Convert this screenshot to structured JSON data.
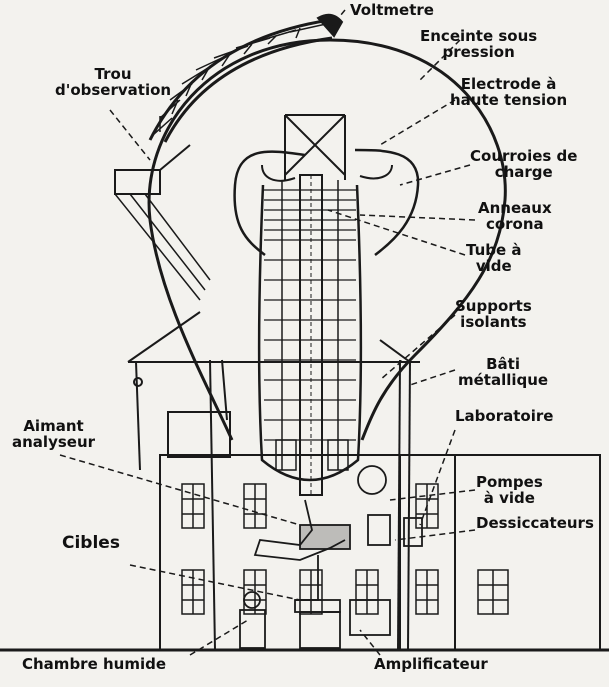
{
  "labels": {
    "voltmetre": "Voltmetre",
    "enceinte_l1": "Enceinte sous",
    "enceinte_l2": "pression",
    "electrode_l1": "Electrode à",
    "electrode_l2": "haute tension",
    "courroies_l1": "Courroies de",
    "courroies_l2": "charge",
    "anneaux_l1": "Anneaux",
    "anneaux_l2": "corona",
    "tube_l1": "Tube à",
    "tube_l2": "vide",
    "supports_l1": "Supports",
    "supports_l2": "isolants",
    "bati_l1": "Bâti",
    "bati_l2": "métallique",
    "laboratoire": "Laboratoire",
    "pompes_l1": "Pompes",
    "pompes_l2": "à vide",
    "dessiccateurs": "Dessiccateurs",
    "trou_l1": "Trou",
    "trou_l2": "d'observation",
    "aimant_l1": "Aimant",
    "aimant_l2": "analyseur",
    "cibles": "Cibles",
    "chambre": "Chambre humide",
    "amplificateur": "Amplificateur"
  },
  "colors": {
    "ink": "#1a1a1a",
    "paper": "#f3f2ee"
  }
}
